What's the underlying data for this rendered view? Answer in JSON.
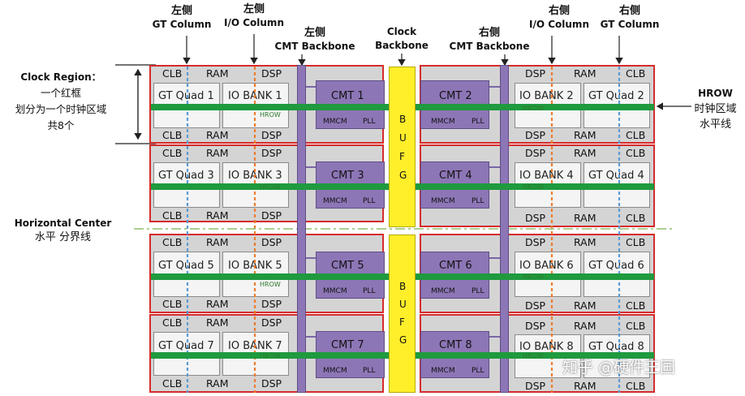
{
  "header": {
    "left_gt": [
      "左侧",
      "GT Column"
    ],
    "left_io": [
      "左侧",
      "I/O Column"
    ],
    "left_cmt": [
      "左侧",
      "CMT Backbone"
    ],
    "clock_backbone": [
      "Clock",
      "Backbone"
    ],
    "right_cmt": [
      "右侧",
      "CMT Backbone"
    ],
    "right_io": [
      "右侧",
      "I/O Column"
    ],
    "right_gt": [
      "右侧",
      "GT Column"
    ]
  },
  "side": {
    "clock_region": [
      "Clock Region：",
      "一个红框",
      "划分为一个时钟区域",
      "共8个"
    ],
    "horizontal_center": [
      "Horizontal Center",
      "水平 分界线"
    ],
    "hrow": [
      "HROW",
      "时钟区域",
      "水平线"
    ]
  },
  "col_labels": {
    "clb": "CLB",
    "ram": "RAM",
    "dsp": "DSP"
  },
  "tiles": {
    "gt": [
      "GT Quad 1",
      "GT Quad 2",
      "GT Quad 3",
      "GT Quad 4",
      "GT Quad 5",
      "GT Quad 6",
      "GT Quad 7",
      "GT Quad 8"
    ],
    "io": [
      "IO BANK 1",
      "IO BANK 2",
      "IO BANK 3",
      "IO BANK 4",
      "IO BANK 5",
      "IO BANK 6",
      "IO BANK 7",
      "IO BANK 8"
    ],
    "cmt": [
      "CMT 1",
      "CMT 2",
      "CMT 3",
      "CMT 4",
      "CMT 5",
      "CMT 6",
      "CMT 7",
      "CMT 8"
    ]
  },
  "hrow_tag": "HROW",
  "mmcm": "MMCM",
  "pll": "PLL",
  "bufg_letters": [
    "B",
    "U",
    "F",
    "G"
  ],
  "watermark": "知乎 @硬件王国",
  "colors": {
    "region_border": "#d62b2b",
    "hrow": "#1f9a3e",
    "cmt": "#8d76b6",
    "bufg": "#ffef2a"
  }
}
